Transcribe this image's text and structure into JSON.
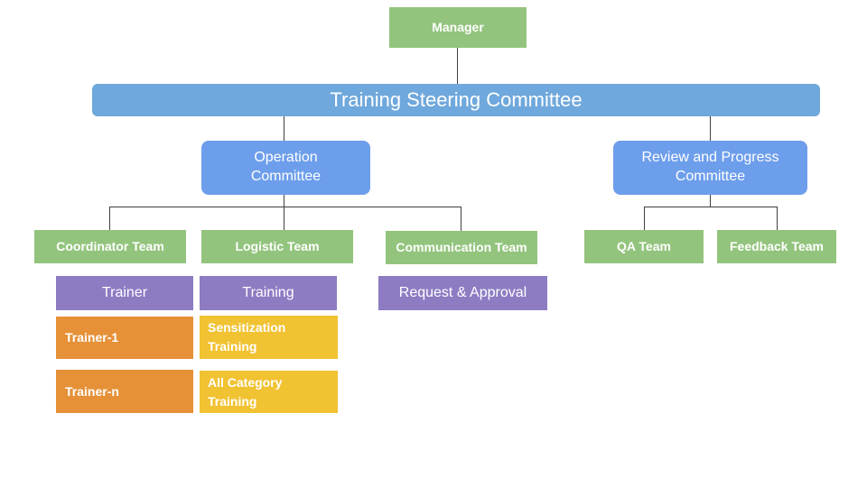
{
  "top": {
    "manager": "Manager"
  },
  "steering": {
    "label": "Training Steering Committee"
  },
  "committees": {
    "operation": "Operation\nCommittee",
    "review": "Review and Progress\nCommittee"
  },
  "teams": {
    "coordinator": "Coordinator Team",
    "logistic": "Logistic Team",
    "communication": "Communication Team",
    "qa": "QA Team",
    "feedback": "Feedback Team"
  },
  "coordinator_items": {
    "header": "Trainer",
    "items": [
      "Trainer-1",
      "Trainer-n"
    ]
  },
  "logistic_items": {
    "header": "Training",
    "items": [
      "Sensitization\nTraining",
      "All Category\nTraining"
    ]
  },
  "communication_items": {
    "header": "Request & Approval"
  },
  "colors": {
    "green": "#93c47d",
    "steering_blue": "#6fa8dc",
    "committee_blue": "#6d9eeb",
    "purple": "#8e7cc3",
    "orange": "#e69138",
    "yellow": "#f1c232",
    "connector": "#404040"
  }
}
